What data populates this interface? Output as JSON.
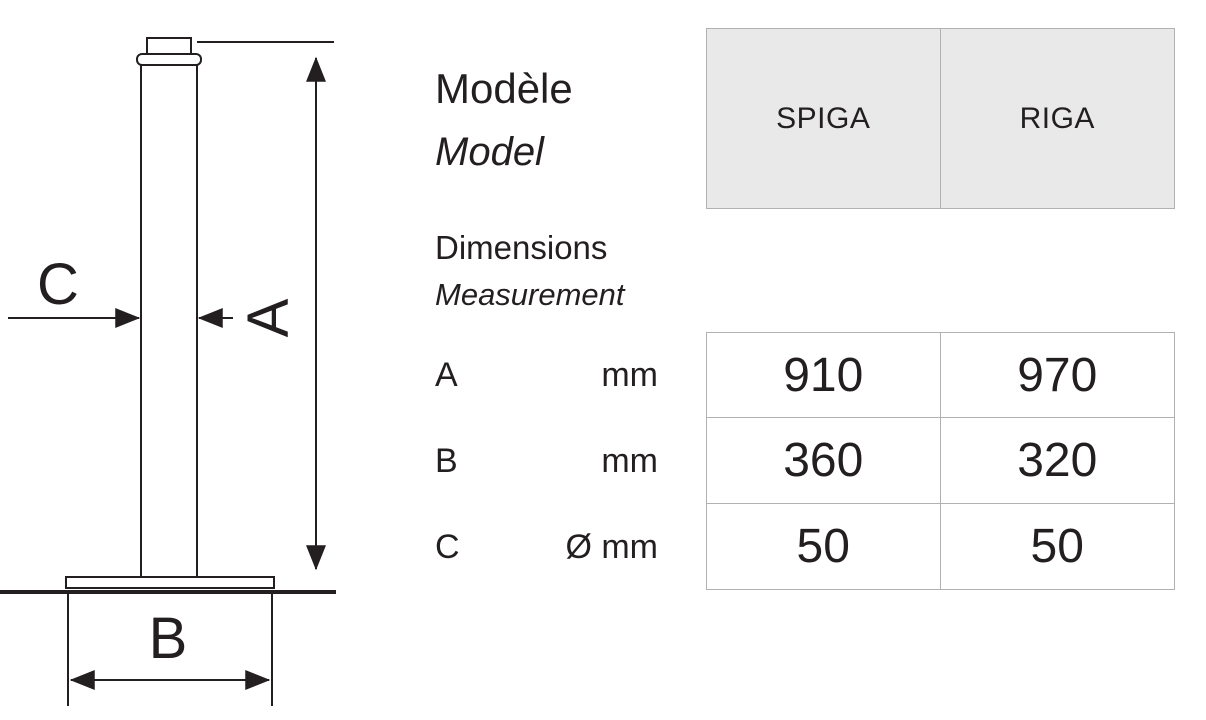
{
  "drawing": {
    "labels": {
      "a": "A",
      "b": "B",
      "c": "C"
    }
  },
  "info": {
    "model_heading": "Modèle",
    "model_subheading": "Model",
    "dimensions_heading": "Dimensions",
    "dimensions_subheading": "Measurement",
    "rows": [
      {
        "key": "A",
        "unit": "mm"
      },
      {
        "key": "B",
        "unit": "mm"
      },
      {
        "key": "C",
        "unit": "Ø mm"
      }
    ]
  },
  "table": {
    "models": [
      "SPIGA",
      "RIGA"
    ],
    "values": [
      [
        "910",
        "970"
      ],
      [
        "360",
        "320"
      ],
      [
        "50",
        "50"
      ]
    ]
  },
  "colors": {
    "ink": "#231f20",
    "table_border": "#b1b1b1",
    "header_fill": "#e9e9e9"
  }
}
